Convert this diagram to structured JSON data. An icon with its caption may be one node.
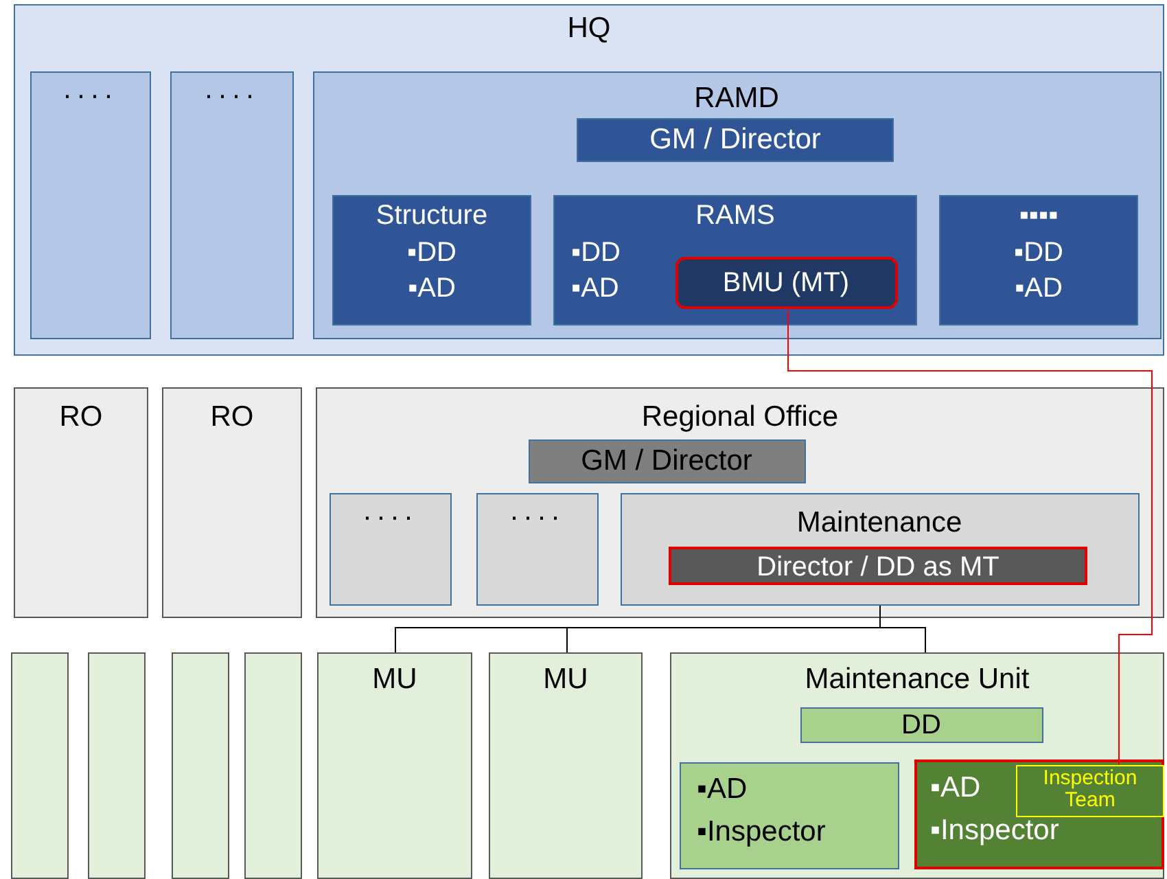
{
  "diagram": {
    "nodes": [
      {
        "text": [
          "HQ"
        ]
      },
      {
        "text": [
          "····"
        ],
        "in": 0
      },
      {
        "text": [
          "····"
        ],
        "in": 0
      },
      {
        "text": [
          "RAMD"
        ],
        "in": 0
      },
      {
        "text": [
          "GM / Director"
        ],
        "in": 3
      },
      {
        "text": [
          "Structure",
          "▪DD",
          "▪AD"
        ],
        "in": 3
      },
      {
        "text": [
          "RAMS",
          "▪DD",
          "▪AD"
        ],
        "in": 3
      },
      {
        "text": [
          "BMU (MT)"
        ],
        "in": 6
      },
      {
        "text": [
          "▪▪▪▪",
          "▪DD",
          "▪AD"
        ],
        "in": 3
      },
      {
        "text": [
          "RO"
        ]
      },
      {
        "text": [
          "RO"
        ]
      },
      {
        "text": [
          "Regional Office"
        ]
      },
      {
        "text": [
          "GM / Director"
        ],
        "in": 11
      },
      {
        "text": [
          "····"
        ],
        "in": 11
      },
      {
        "text": [
          "····"
        ],
        "in": 11
      },
      {
        "text": [
          "Maintenance"
        ],
        "in": 11
      },
      {
        "text": [
          "Director / DD as MT"
        ],
        "in": 15
      },
      {
        "text": [],
        "shape": "box"
      },
      {
        "text": [],
        "shape": "box"
      },
      {
        "text": [],
        "shape": "box"
      },
      {
        "text": [],
        "shape": "box"
      },
      {
        "text": [
          "MU"
        ]
      },
      {
        "text": [
          "MU"
        ]
      },
      {
        "text": [
          "Maintenance Unit"
        ]
      },
      {
        "text": [
          "DD"
        ],
        "in": 23
      },
      {
        "text": [
          "▪AD",
          "▪Inspector"
        ],
        "in": 23
      },
      {
        "text": [
          "▪AD",
          "▪Inspector"
        ],
        "in": 23
      },
      {
        "text": [
          "Inspection Team"
        ],
        "in": 26
      }
    ],
    "edges": [
      {
        "from": 15,
        "to": 21,
        "arrow": "none"
      },
      {
        "from": 15,
        "to": 22,
        "arrow": "none"
      },
      {
        "from": 15,
        "to": 23,
        "arrow": "none"
      },
      {
        "from": 7,
        "to": 27,
        "arrow": "none",
        "color": "#ff0000"
      }
    ]
  }
}
